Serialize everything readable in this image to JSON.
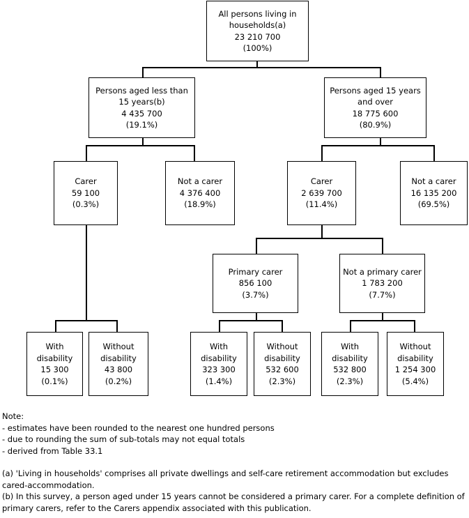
{
  "root": {
    "lines": [
      "All persons living in",
      "households(a)",
      "23 210 700",
      "(100%)"
    ]
  },
  "under15": {
    "lines": [
      "Persons aged less than",
      "15 years(b)",
      "4 435 700",
      "(19.1%)"
    ]
  },
  "over15": {
    "lines": [
      "Persons aged 15 years",
      "and over",
      "18 775 600",
      "(80.9%)"
    ]
  },
  "u15_carer": {
    "lines": [
      "Carer",
      "59 100",
      "(0.3%)"
    ]
  },
  "u15_not_carer": {
    "lines": [
      "Not a carer",
      "4 376 400",
      "(18.9%)"
    ]
  },
  "o15_carer": {
    "lines": [
      "Carer",
      "2 639 700",
      "(11.4%)"
    ]
  },
  "o15_not_carer": {
    "lines": [
      "Not a carer",
      "16 135 200",
      "(69.5%)"
    ]
  },
  "primary_carer": {
    "lines": [
      "Primary carer",
      "856 100",
      "(3.7%)"
    ]
  },
  "not_primary_carer": {
    "lines": [
      "Not a primary carer",
      "1 783 200",
      "(7.7%)"
    ]
  },
  "u15_with_disability": {
    "lines": [
      "With",
      "disability",
      "15 300",
      "(0.1%)"
    ]
  },
  "u15_without_disability": {
    "lines": [
      "Without",
      "disability",
      "43 800",
      "(0.2%)"
    ]
  },
  "pc_with_disability": {
    "lines": [
      "With",
      "disability",
      "323 300",
      "(1.4%)"
    ]
  },
  "pc_without_disability": {
    "lines": [
      "Without",
      "disability",
      "532 600",
      "(2.3%)"
    ]
  },
  "npc_with_disability": {
    "lines": [
      "With",
      "disability",
      "532 800",
      "(2.3%)"
    ]
  },
  "npc_without_disability": {
    "lines": [
      "Without",
      "disability",
      "1 254 300",
      "(5.4%)"
    ]
  },
  "notes": {
    "heading": "Note:",
    "items": [
      "- estimates have been rounded to the nearest one hundred persons",
      "- due to rounding the sum of sub-totals may not equal totals",
      "- derived from Table 33.1"
    ],
    "footnote_a": "(a) 'Living in households' comprises all private dwellings and self-care retirement accommodation but excludes cared-accommodation.",
    "footnote_b": "(b) In this survey, a person aged under 15 years cannot be considered a primary carer. For a complete definition of primary carers, refer to the Carers appendix associated with this publication."
  }
}
